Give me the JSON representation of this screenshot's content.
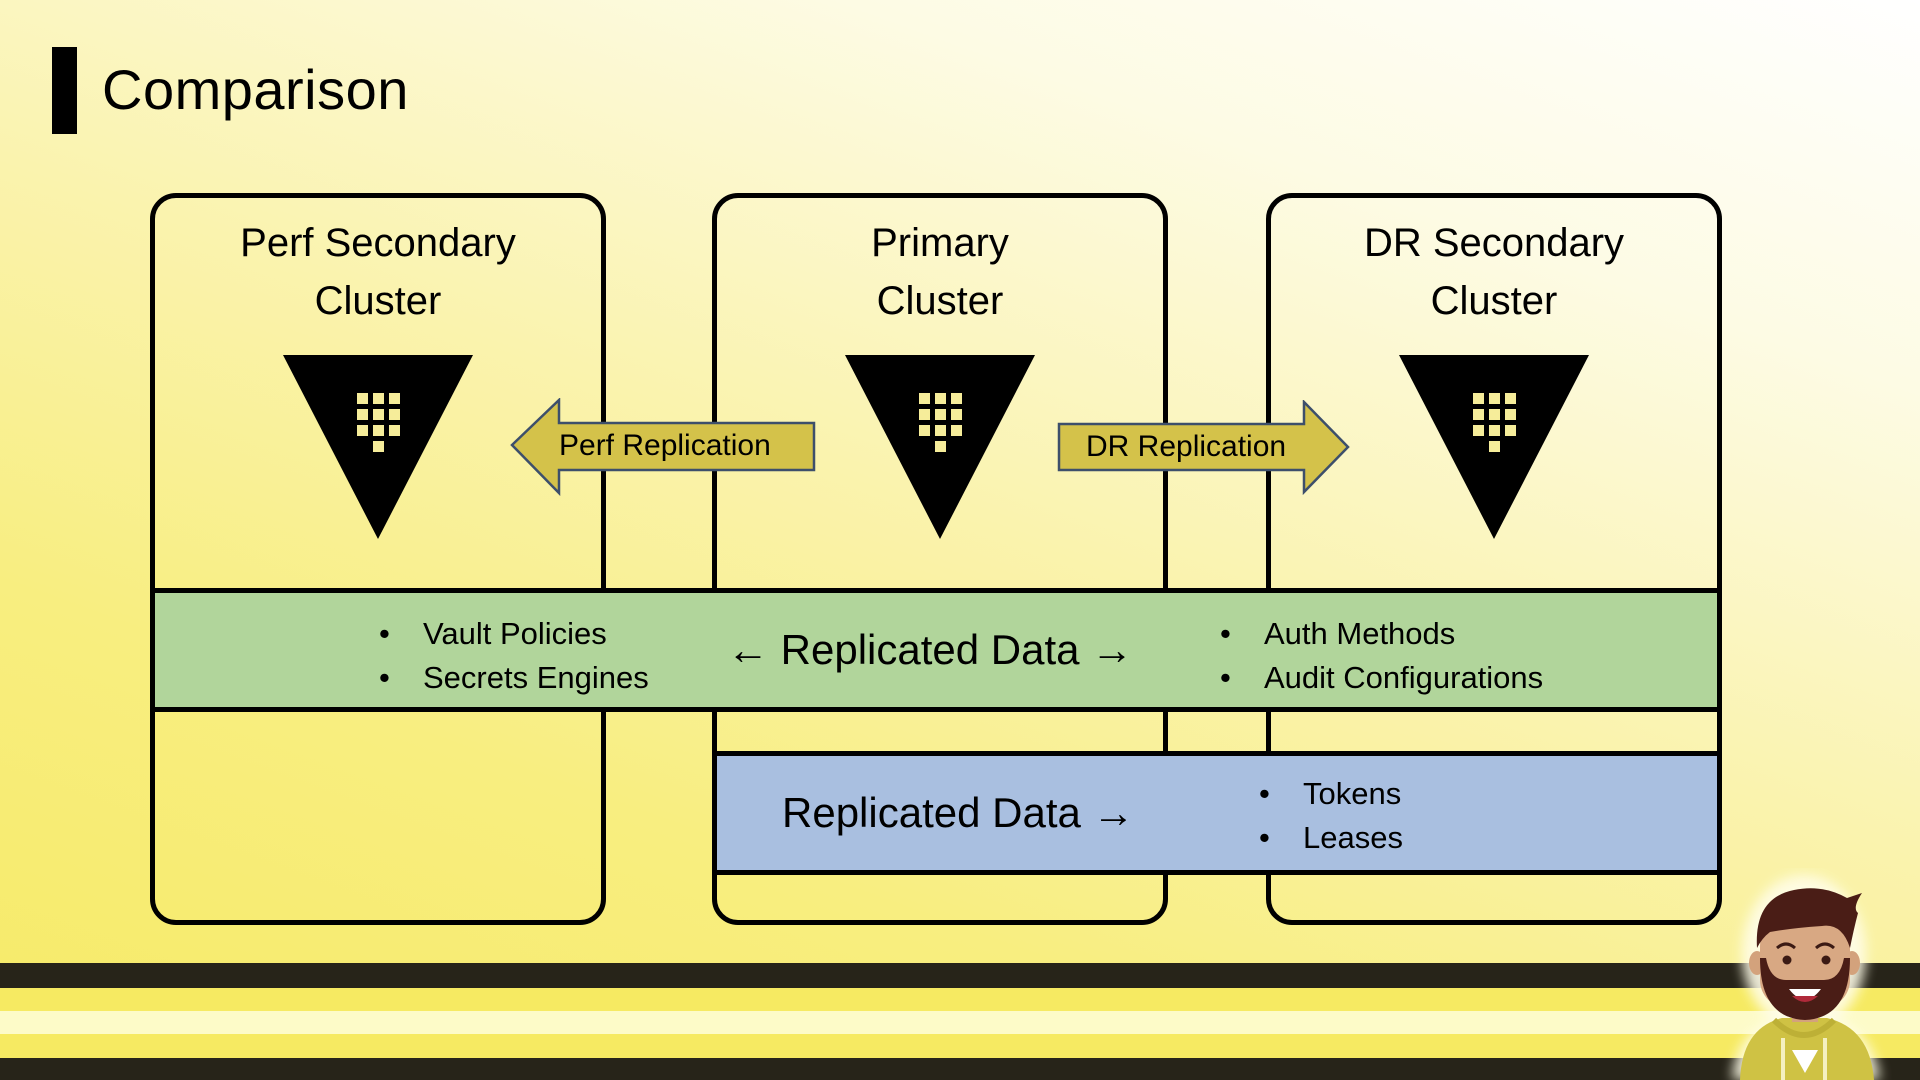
{
  "slide": {
    "title": "Comparison"
  },
  "clusters": [
    {
      "name_line1": "Perf Secondary",
      "name_line2": "Cluster",
      "icon": "vault-logo-icon"
    },
    {
      "name_line1": "Primary",
      "name_line2": "Cluster",
      "icon": "vault-logo-icon"
    },
    {
      "name_line1": "DR Secondary",
      "name_line2": "Cluster",
      "icon": "vault-logo-icon"
    }
  ],
  "replication_arrows": {
    "perf": {
      "label": "Perf Replication",
      "direction": "left"
    },
    "dr": {
      "label": "DR Replication",
      "direction": "right"
    }
  },
  "shared_band": {
    "label": "← Replicated Data →",
    "left_items": [
      "Vault Policies",
      "Secrets Engines"
    ],
    "right_items": [
      "Auth Methods",
      "Audit Configurations"
    ]
  },
  "dr_band": {
    "label": "Replicated Data →",
    "items": [
      "Tokens",
      "Leases"
    ]
  },
  "colors": {
    "green_band": "#b1d59b",
    "blue_band": "#a9bfe0",
    "arrow_fill": "#d4c24a",
    "stripe_dark": "#272419",
    "stripe_yellow": "#f6ea62",
    "stripe_pale": "#fdfbc8"
  }
}
